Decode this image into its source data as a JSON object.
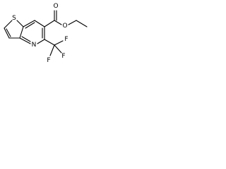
{
  "molecule": {
    "atoms": {
      "sulfur": "S",
      "nitrogen": "N",
      "carbonyl_oxygen": "O",
      "ester_oxygen": "O",
      "fluorine_1": "F",
      "fluorine_2": "F",
      "fluorine_3": "F"
    }
  }
}
